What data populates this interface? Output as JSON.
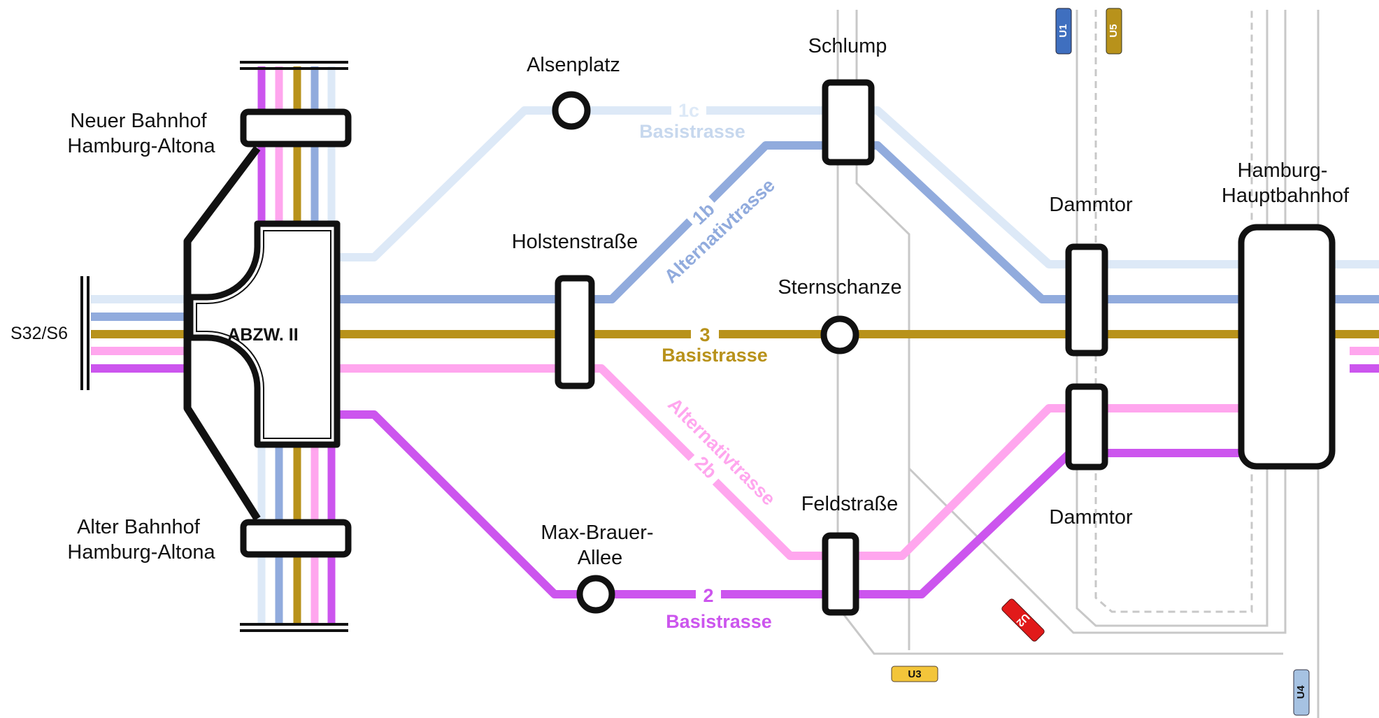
{
  "colors": {
    "route_1c": "#dde9f7",
    "route_1b": "#91abdd",
    "route_3": "#b8921b",
    "route_2b": "#ffa6ee",
    "route_2": "#cc55ee",
    "station_stroke": "#111111",
    "subway_line": "#c8c8c8",
    "u1": "#3f6fbf",
    "u2": "#e11a1a",
    "u3": "#f3c53a",
    "u4": "#a6c2e2",
    "u5": "#b8921b"
  },
  "stations": {
    "neuer_bahnhof": "Neuer Bahnhof\nHamburg-Altona",
    "alter_bahnhof": "Alter Bahnhof\nHamburg-Altona",
    "abzw": "ABZW. II",
    "alsenplatz": "Alsenplatz",
    "holstenstrasse": "Holstenstraße",
    "max_brauer": "Max-Brauer-\nAllee",
    "schlump": "Schlump",
    "sternschanze": "Sternschanze",
    "feldstrasse": "Feldstraße",
    "dammtor_top": "Dammtor",
    "dammtor_bottom": "Dammtor",
    "hauptbahnhof": "Hamburg-\nHauptbahnhof"
  },
  "line_label": "S32/S6",
  "routes": {
    "r1c": {
      "number": "1c",
      "name": "Basistrasse"
    },
    "r1b": {
      "number": "1b",
      "name": "Alternativtrasse"
    },
    "r3": {
      "number": "3",
      "name": "Basistrasse"
    },
    "r2b": {
      "number": "2b",
      "name": "Alternativtrasse"
    },
    "r2": {
      "number": "2",
      "name": "Basistrasse"
    }
  },
  "subway_badges": {
    "u1": "U1",
    "u2": "U2",
    "u3": "U3",
    "u4": "U4",
    "u5": "U5"
  }
}
